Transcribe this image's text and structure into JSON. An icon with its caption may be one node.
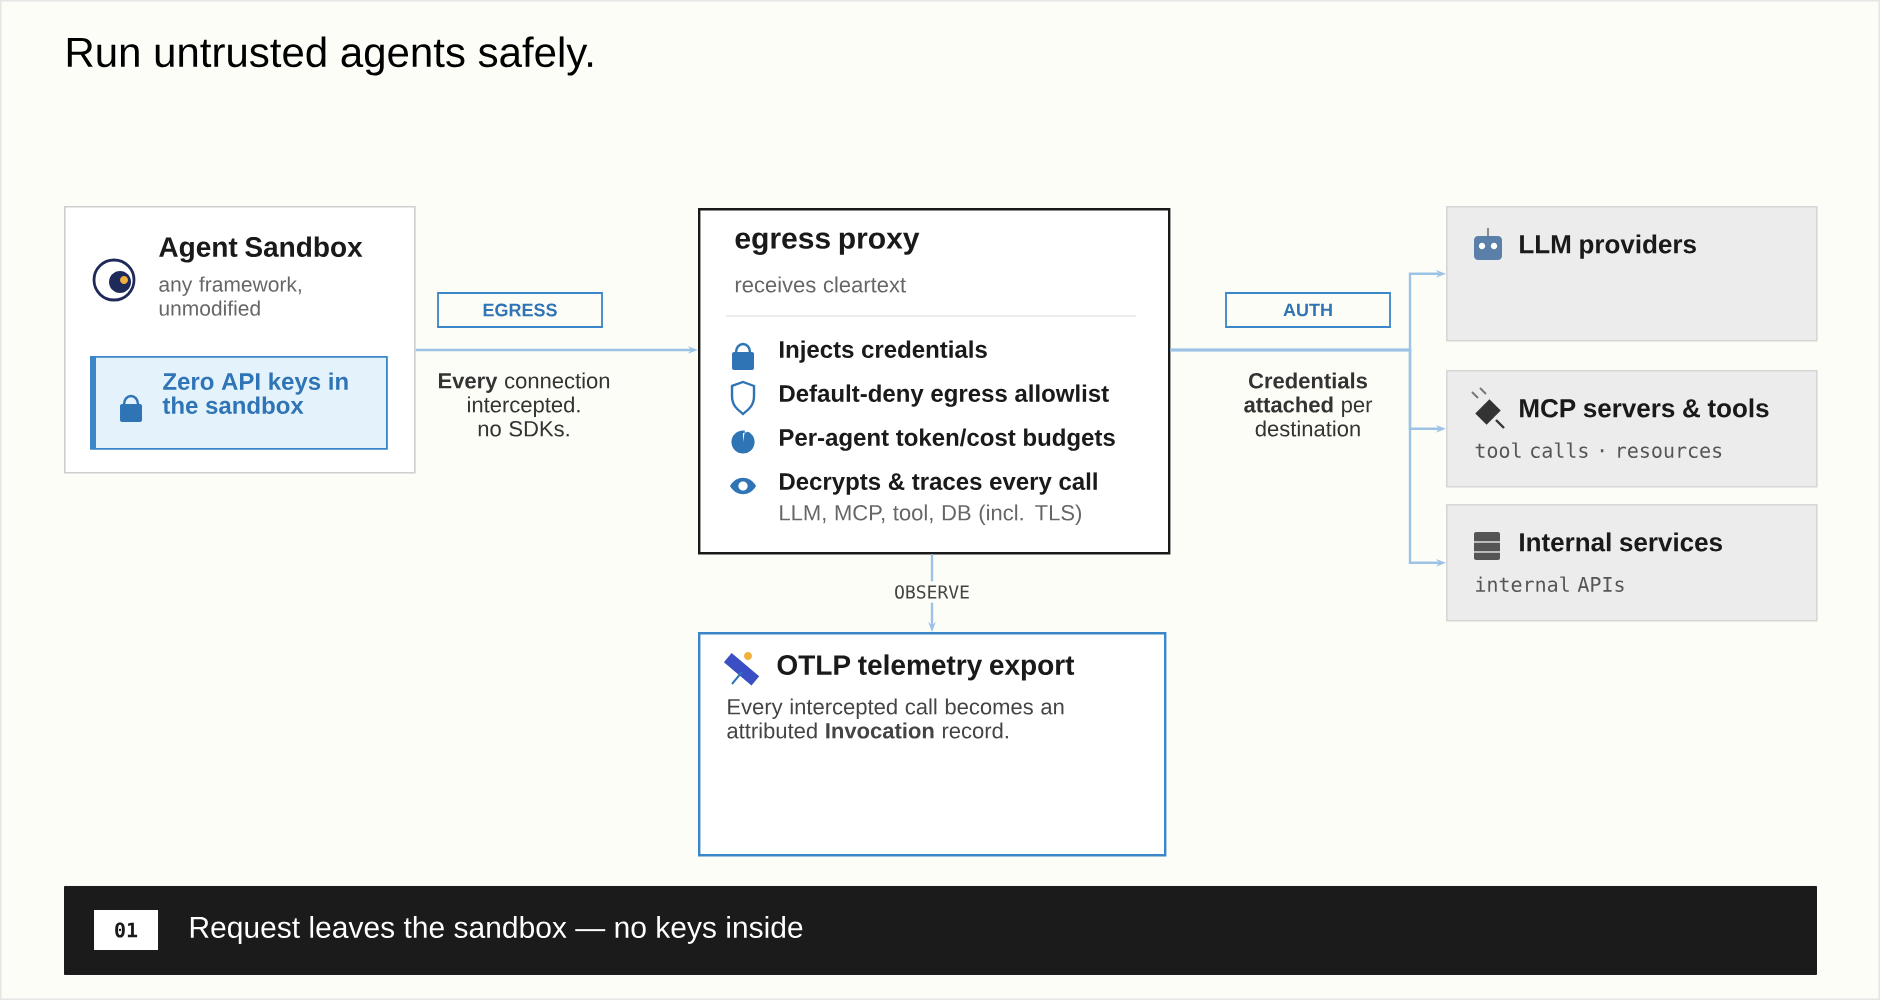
{
  "diagram": {
    "title": "Run untrusted agents safely.",
    "nodes": [
      {
        "text": [
          "Agent Sandbox",
          "any framework, unmodified"
        ]
      },
      {
        "text": [
          "Zero API keys in the sandbox"
        ],
        "in": 0
      },
      {
        "text": [
          "egress proxy",
          "receives cleartext",
          "Injects credentials",
          "Default-deny egress allowlist",
          "Per-agent token/cost budgets",
          "Decrypts & traces every call",
          "LLM, MCP, tool, DB (incl. TLS)"
        ]
      },
      {
        "text": [
          "OTLP telemetry export",
          "Every intercepted call becomes an attributed **Invocation** record."
        ]
      },
      {
        "text": [
          "LLM providers"
        ]
      },
      {
        "text": [
          "MCP servers & tools",
          "tool calls · resources"
        ]
      },
      {
        "text": [
          "Internal services",
          "internal APIs"
        ]
      },
      {
        "text": [
          "01",
          "Request leaves the sandbox — no keys inside"
        ]
      }
    ],
    "edges": [
      {
        "from": 0,
        "to": 2,
        "arrow": "to",
        "label": "EGRESS"
      },
      {
        "from": 2,
        "to": 4,
        "arrow": "to",
        "label": "AUTH"
      },
      {
        "from": 2,
        "to": 5,
        "arrow": "to"
      },
      {
        "from": 2,
        "to": 6,
        "arrow": "to"
      },
      {
        "from": 2,
        "to": 3,
        "arrow": "to",
        "label": "OBSERVE"
      }
    ],
    "labels": [
      "**Every** connection intercepted. no SDKs.",
      "**Credentials attached** per destination"
    ]
  }
}
